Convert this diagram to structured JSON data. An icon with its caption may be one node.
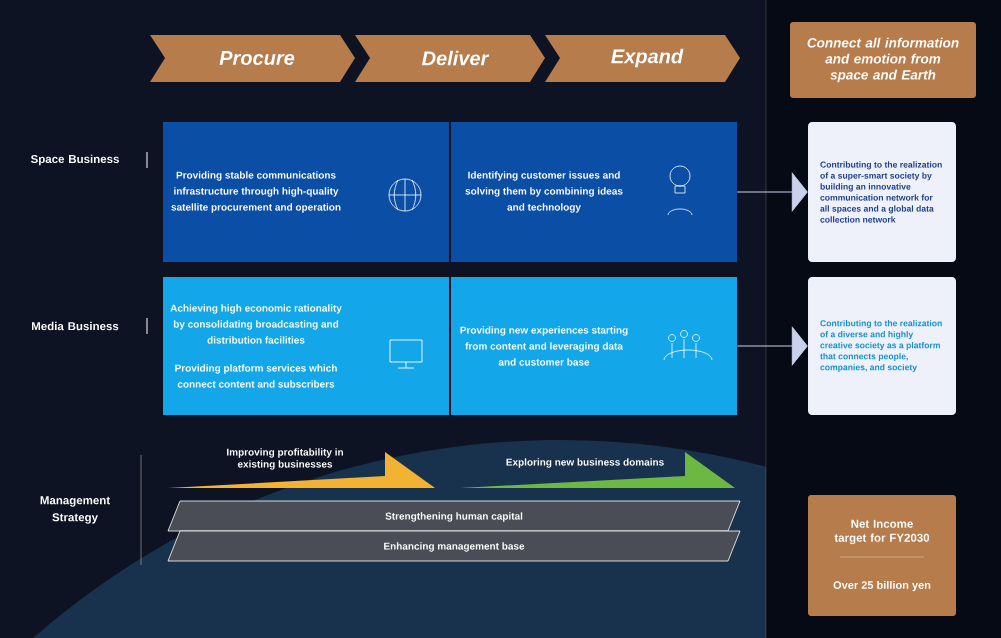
{
  "diagram": {
    "nodes": [
      {
        "text": [
          "Procure"
        ]
      },
      {
        "text": [
          "Deliver"
        ]
      },
      {
        "text": [
          "Expand"
        ]
      },
      {
        "text": [
          "Connect all information and emotion from space and Earth"
        ]
      },
      {
        "text": [
          "Providing stable communications infrastructure through high-quality satellite procurement and operation"
        ]
      },
      {
        "text": [
          "Identifying customer issues and solving them by combining ideas and technology"
        ]
      },
      {
        "text": [
          "Achieving high economic rationality by consolidating broadcasting and distribution facilities",
          "Providing platform services which connect content and subscribers"
        ]
      },
      {
        "text": [
          "Providing new experiences starting from content and leveraging data and customer base"
        ]
      },
      {
        "text": [
          "Contributing to the realization of a super-smart society by building an innovative communication network for all spaces and a global data collection network"
        ]
      },
      {
        "text": [
          "Contributing to the realization of a diverse and highly creative society as a platform that connects people, companies, and society"
        ]
      },
      {
        "text": [
          "Improving profitability in existing businesses"
        ]
      },
      {
        "text": [
          "Exploring new business domains"
        ]
      },
      {
        "text": [
          "Strengthening human capital"
        ]
      },
      {
        "text": [
          "Enhancing management base"
        ]
      },
      {
        "text": [
          "Net Income target for FY2030",
          "Over 25 billion yen"
        ]
      }
    ],
    "edges": [
      {
        "from": 5,
        "to": 8,
        "arrow": "to"
      },
      {
        "from": 7,
        "to": 9,
        "arrow": "to"
      }
    ],
    "labels": [
      "Space Business",
      "Media Business",
      "Management Strategy"
    ]
  }
}
